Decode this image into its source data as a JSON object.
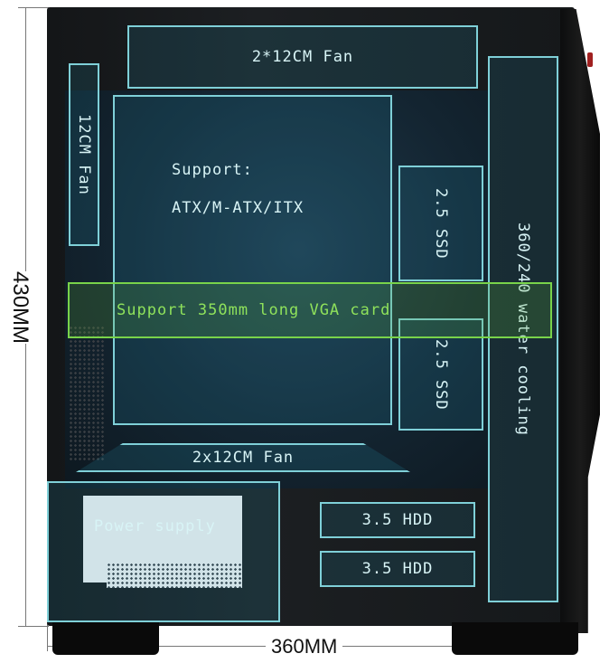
{
  "labels": {
    "top_fan": "2*12CM Fan",
    "rear_fan": "12CM Fan",
    "mb_support_line1": "Support:",
    "mb_support_line2": "ATX/M-ATX/ITX",
    "ssd_upper": "2.5 SSD",
    "ssd_lower": "2.5 SSD",
    "water_cooling": "360/240 water cooling",
    "vga": "Support 350mm long VGA card",
    "bottom_fan": "2x12CM Fan",
    "psu": "Power supply",
    "hdd_upper": "3.5 HDD",
    "hdd_lower": "3.5 HDD"
  },
  "dimensions": {
    "height": "430MM",
    "width": "360MM"
  }
}
